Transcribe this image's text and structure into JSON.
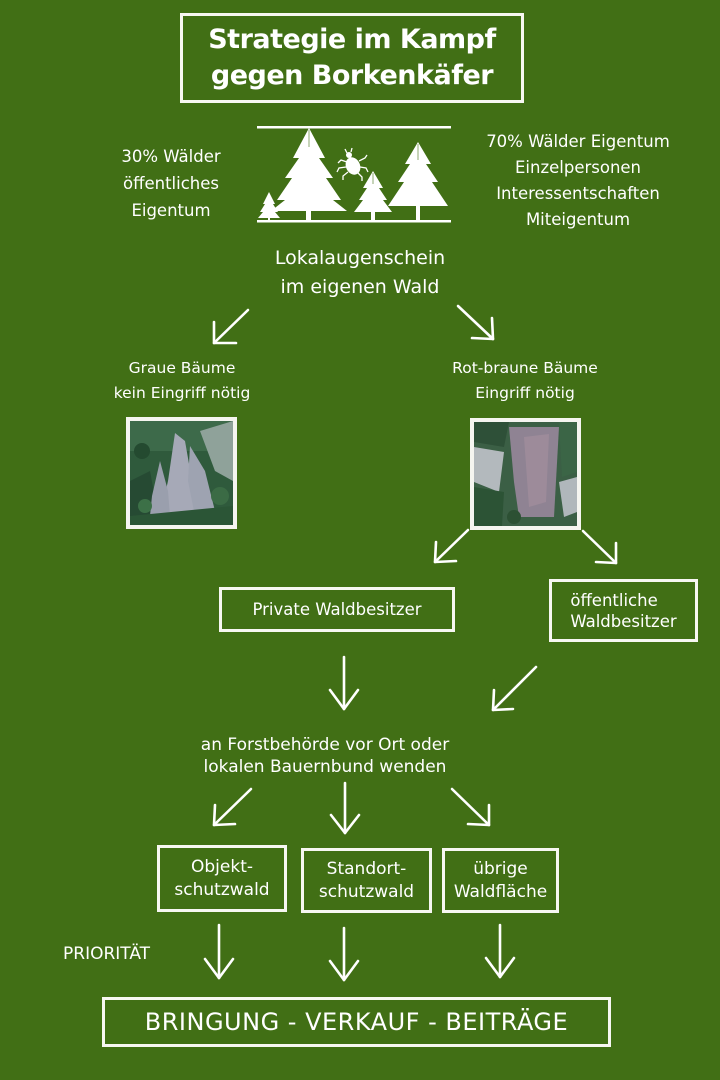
{
  "title": {
    "line1": "Strategie im Kampf",
    "line2": "gegen Borkenkäfer"
  },
  "ownership": {
    "public": {
      "line1": "30% Wälder",
      "line2": "öffentliches",
      "line3": "Eigentum"
    },
    "private": {
      "line1": "70% Wälder Eigentum",
      "line2": "Einzelpersonen",
      "line3": "Interessentschaften",
      "line4": "Miteigentum"
    },
    "illustration_icon": "forest-with-bark-beetle-icon"
  },
  "inspection": {
    "line1": "Lokalaugenschein",
    "line2": "im eigenen Wald"
  },
  "branches": {
    "grey": {
      "line1": "Graue Bäume",
      "line2": "kein Eingriff nötig",
      "photo": "grey-dead-spruce-photo"
    },
    "red": {
      "line1": "Rot-braune Bäume",
      "line2": "Eingriff nötig",
      "photo": "red-brown-infested-spruce-photo"
    }
  },
  "owners": {
    "private": "Private Waldbesitzer",
    "public": {
      "line1": "öffentliche",
      "line2": "Waldbesitzer"
    }
  },
  "contact": {
    "line1": "an Forstbehörde vor Ort oder",
    "line2": "lokalen Bauernbund wenden"
  },
  "forest_types": [
    {
      "line1": "Objekt-",
      "line2": "schutzwald"
    },
    {
      "line1": "Standort-",
      "line2": "schutzwald"
    },
    {
      "line1": "übrige",
      "line2": "Waldfläche"
    }
  ],
  "priority_label": "PRIORITÄT",
  "result": "BRINGUNG - VERKAUF - BEITRÄGE",
  "colors": {
    "background": "#416f15",
    "foreground": "#ffffff"
  }
}
